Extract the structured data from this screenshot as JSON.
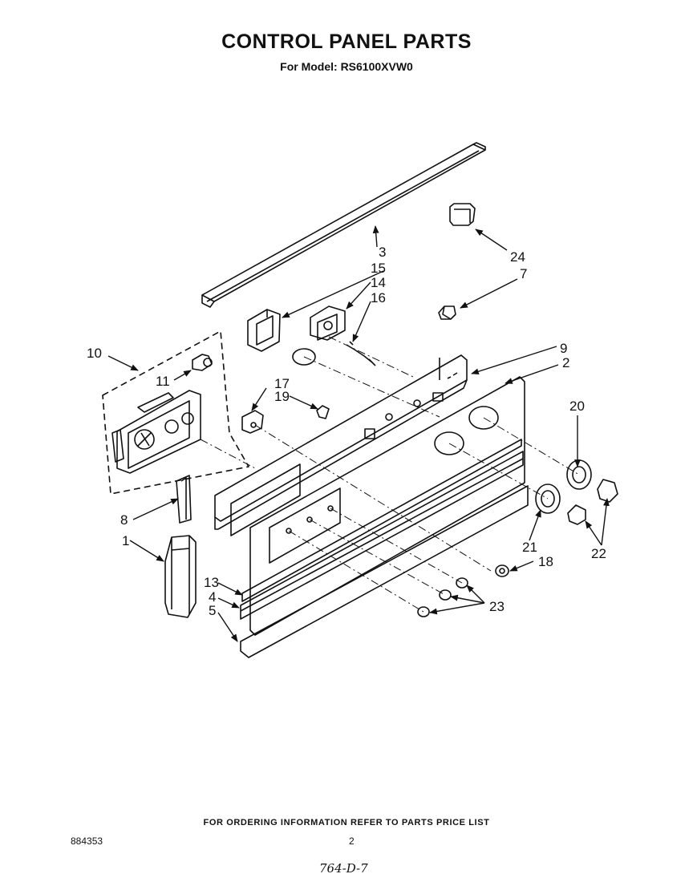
{
  "header": {
    "title": "CONTROL PANEL PARTS",
    "subtitle": "For Model: RS6100XVW0"
  },
  "callouts": {
    "c1": "1",
    "c2": "2",
    "c3": "3",
    "c4": "4",
    "c5": "5",
    "c7": "7",
    "c8": "8",
    "c9": "9",
    "c10": "10",
    "c11": "11",
    "c13": "13",
    "c14": "14",
    "c15": "15",
    "c16": "16",
    "c17": "17",
    "c18": "18",
    "c19": "19",
    "c20": "20",
    "c21": "21",
    "c22": "22",
    "c23": "23",
    "c24": "24"
  },
  "footer": {
    "ordering_note": "FOR ORDERING INFORMATION REFER TO PARTS PRICE LIST",
    "document_number": "884353",
    "page_number": "2",
    "handwritten_note": "764-D-7"
  }
}
